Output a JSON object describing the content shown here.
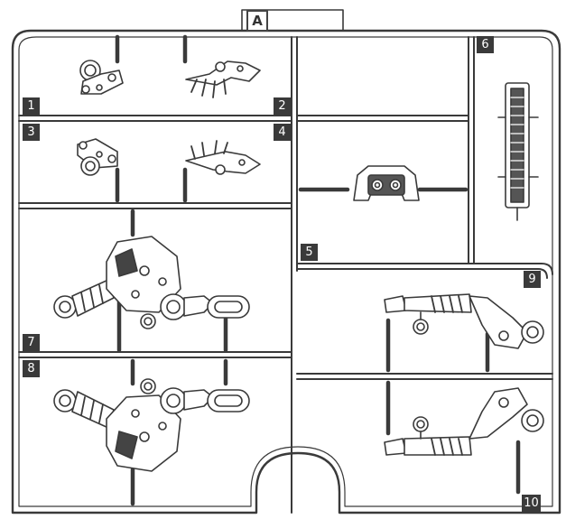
{
  "runner": {
    "letter": "A",
    "line_color": "#3a3a3a",
    "label_bg": "#3a3a3a",
    "label_text_color": "#ffffff"
  },
  "parts": [
    {
      "number": "1",
      "depicts": "small-joint-piece"
    },
    {
      "number": "2",
      "depicts": "claw-blade-piece"
    },
    {
      "number": "3",
      "depicts": "small-joint-piece"
    },
    {
      "number": "4",
      "depicts": "claw-blade-piece"
    },
    {
      "number": "5",
      "depicts": "head-block-piece"
    },
    {
      "number": "6",
      "depicts": "spine-segment-piece"
    },
    {
      "number": "7",
      "depicts": "leg-assembly-piece"
    },
    {
      "number": "8",
      "depicts": "leg-assembly-piece"
    },
    {
      "number": "9",
      "depicts": "arm-piece"
    },
    {
      "number": "10",
      "depicts": "arm-piece"
    }
  ]
}
